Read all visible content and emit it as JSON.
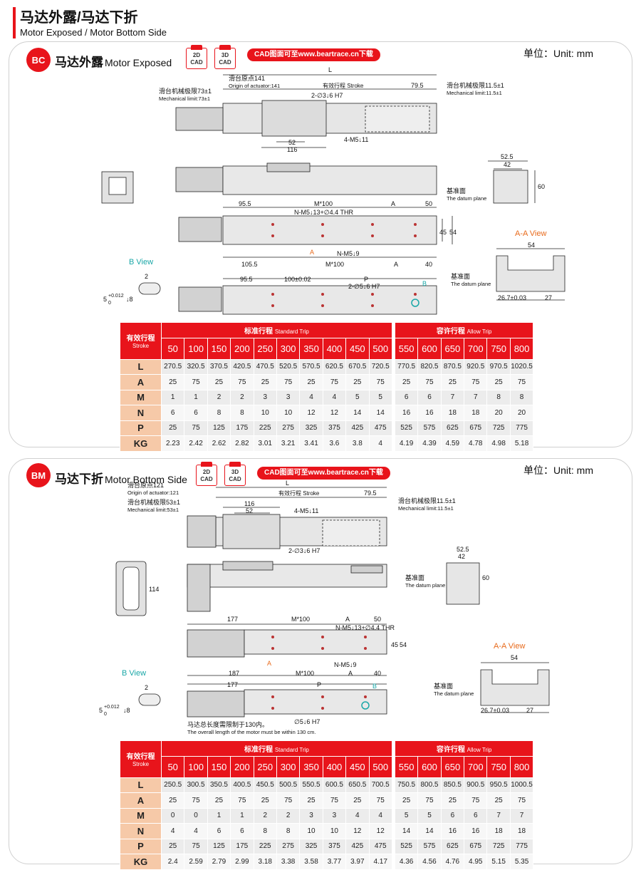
{
  "header": {
    "title_cn": "马达外露/马达下折",
    "title_en": "Motor Exposed / Motor Bottom Side"
  },
  "colors": {
    "accent": "#e8141b",
    "label_fill": "#f6c9a8",
    "teal": "#1aa7a7",
    "orange": "#e86a1b"
  },
  "sections": [
    {
      "badge": "BC",
      "title_cn": "马达外露",
      "title_en": "Motor Exposed",
      "cad2d": "2D\nCAD",
      "cad3d": "3D\nCAD",
      "cad_link": "CAD图面可至www.beartrace.cn下载",
      "unit": "单位：Unit: mm",
      "drawing": {
        "L": "L",
        "origin_cn": "滑台原点141",
        "origin_en": "Origin of actuator:141",
        "stroke": "有效行程 Stroke",
        "d795": "79.5",
        "mech_left_cn": "滑台机械极限73±1",
        "mech_left_en": "Mechanical limit:73±1",
        "mech_right_cn": "滑台机械极限11.5±1",
        "mech_right_en": "Mechanical limit:11.5±1",
        "hole_pin": "2-∅3↓6 H7",
        "d52": "52",
        "d116": "116",
        "m5": "4-M5↓11",
        "d525": "52.5",
        "d42": "42",
        "d60": "60",
        "datum_cn": "基准面",
        "datum_en": "The datum plane",
        "d955": "95.5",
        "m100": "M*100",
        "dA": "A",
        "d50": "50",
        "nm5thr": "N-M5↓13+∅4.4 THR",
        "nm5": "N-M5↓9",
        "aMark": "A",
        "d45": "45",
        "d54": "54",
        "d1055": "105.5",
        "d40": "40",
        "aa_view": "A-A View",
        "aa_54": "54",
        "aa_267": "26.7±0.03",
        "aa_27": "27",
        "bview": "B View",
        "b_2": "2",
        "b_5": "5",
        "b_tol": "+0.012",
        "b_0": "0",
        "b_8": "↓8",
        "d100": "100±0.02",
        "dP": "P",
        "pin5": "2-∅5↓6 H7",
        "bMark": "B"
      },
      "table": {
        "corner_cn": "有效行程",
        "corner_en": "Stroke",
        "std_cn": "标准行程",
        "std_en": "Standard Trip",
        "allow_cn": "容许行程",
        "allow_en": "Allow Trip",
        "strokes_std": [
          "50",
          "100",
          "150",
          "200",
          "250",
          "300",
          "350",
          "400",
          "450",
          "500"
        ],
        "strokes_allow": [
          "550",
          "600",
          "650",
          "700",
          "750",
          "800"
        ],
        "rows": [
          {
            "label": "L",
            "std": [
              "270.5",
              "320.5",
              "370.5",
              "420.5",
              "470.5",
              "520.5",
              "570.5",
              "620.5",
              "670.5",
              "720.5"
            ],
            "allow": [
              "770.5",
              "820.5",
              "870.5",
              "920.5",
              "970.5",
              "1020.5"
            ]
          },
          {
            "label": "A",
            "std": [
              "25",
              "75",
              "25",
              "75",
              "25",
              "75",
              "25",
              "75",
              "25",
              "75"
            ],
            "allow": [
              "25",
              "75",
              "25",
              "75",
              "25",
              "75"
            ]
          },
          {
            "label": "M",
            "std": [
              "1",
              "1",
              "2",
              "2",
              "3",
              "3",
              "4",
              "4",
              "5",
              "5"
            ],
            "allow": [
              "6",
              "6",
              "7",
              "7",
              "8",
              "8"
            ]
          },
          {
            "label": "N",
            "std": [
              "6",
              "6",
              "8",
              "8",
              "10",
              "10",
              "12",
              "12",
              "14",
              "14"
            ],
            "allow": [
              "16",
              "16",
              "18",
              "18",
              "20",
              "20"
            ]
          },
          {
            "label": "P",
            "std": [
              "25",
              "75",
              "125",
              "175",
              "225",
              "275",
              "325",
              "375",
              "425",
              "475"
            ],
            "allow": [
              "525",
              "575",
              "625",
              "675",
              "725",
              "775"
            ]
          },
          {
            "label": "KG",
            "std": [
              "2.23",
              "2.42",
              "2.62",
              "2.82",
              "3.01",
              "3.21",
              "3.41",
              "3.6",
              "3.8",
              "4"
            ],
            "allow": [
              "4.19",
              "4.39",
              "4.59",
              "4.78",
              "4.98",
              "5.18"
            ]
          }
        ]
      }
    },
    {
      "badge": "BM",
      "title_cn": "马达下折",
      "title_en": "Motor Bottom Side",
      "cad2d": "2D\nCAD",
      "cad3d": "3D\nCAD",
      "cad_link": "CAD图面可至www.beartrace.cn下载",
      "unit": "单位：Unit: mm",
      "drawing": {
        "L": "L",
        "origin_cn": "滑台原点121",
        "origin_en": "Origin of actuator:121",
        "stroke": "有效行程 Stroke",
        "d795": "79.5",
        "mech_left_cn": "滑台机械极限53±1",
        "mech_left_en": "Mechanical limit:53±1",
        "mech_right_cn": "滑台机械极限11.5±1",
        "mech_right_en": "Mechanical limit:11.5±1",
        "hole_pin": "2-∅3↓6 H7",
        "d52": "52",
        "d116": "116",
        "m5": "4-M5↓11",
        "d114": "114",
        "d525": "52.5",
        "d42": "42",
        "d60": "60",
        "datum_cn": "基准面",
        "datum_en": "The datum plane",
        "d177": "177",
        "m100": "M*100",
        "dA": "A",
        "d50": "50",
        "nm5thr": "N-M5↓13+∅4.4 THR",
        "nm5": "N-M5↓9",
        "aMark": "A",
        "d45": "45",
        "d54": "54",
        "d187": "187",
        "d40": "40",
        "aa_view": "A-A View",
        "aa_54": "54",
        "aa_267": "26.7±0.03",
        "aa_27": "27",
        "bview": "B View",
        "b_2": "2",
        "b_5": "5",
        "b_tol": "+0.012",
        "b_0": "0",
        "b_8": "↓8",
        "dP": "P",
        "pin5": "∅5↓6 H7",
        "bMark": "B",
        "motor_note_cn": "马达总长度需限制于130内。",
        "motor_note_en": "The overall length of the motor must be within 130 cm."
      },
      "table": {
        "corner_cn": "有效行程",
        "corner_en": "Stroke",
        "std_cn": "标准行程",
        "std_en": "Standard Trip",
        "allow_cn": "容许行程",
        "allow_en": "Allow Trip",
        "strokes_std": [
          "50",
          "100",
          "150",
          "200",
          "250",
          "300",
          "350",
          "400",
          "450",
          "500"
        ],
        "strokes_allow": [
          "550",
          "600",
          "650",
          "700",
          "750",
          "800"
        ],
        "rows": [
          {
            "label": "L",
            "std": [
              "250.5",
              "300.5",
              "350.5",
              "400.5",
              "450.5",
              "500.5",
              "550.5",
              "600.5",
              "650.5",
              "700.5"
            ],
            "allow": [
              "750.5",
              "800.5",
              "850.5",
              "900.5",
              "950.5",
              "1000.5"
            ]
          },
          {
            "label": "A",
            "std": [
              "25",
              "75",
              "25",
              "75",
              "25",
              "75",
              "25",
              "75",
              "25",
              "75"
            ],
            "allow": [
              "25",
              "75",
              "25",
              "75",
              "25",
              "75"
            ]
          },
          {
            "label": "M",
            "std": [
              "0",
              "0",
              "1",
              "1",
              "2",
              "2",
              "3",
              "3",
              "4",
              "4"
            ],
            "allow": [
              "5",
              "5",
              "6",
              "6",
              "7",
              "7"
            ]
          },
          {
            "label": "N",
            "std": [
              "4",
              "4",
              "6",
              "6",
              "8",
              "8",
              "10",
              "10",
              "12",
              "12"
            ],
            "allow": [
              "14",
              "14",
              "16",
              "16",
              "18",
              "18"
            ]
          },
          {
            "label": "P",
            "std": [
              "25",
              "75",
              "125",
              "175",
              "225",
              "275",
              "325",
              "375",
              "425",
              "475"
            ],
            "allow": [
              "525",
              "575",
              "625",
              "675",
              "725",
              "775"
            ]
          },
          {
            "label": "KG",
            "std": [
              "2.4",
              "2.59",
              "2.79",
              "2.99",
              "3.18",
              "3.38",
              "3.58",
              "3.77",
              "3.97",
              "4.17"
            ],
            "allow": [
              "4.36",
              "4.56",
              "4.76",
              "4.95",
              "5.15",
              "5.35"
            ]
          }
        ]
      }
    }
  ]
}
